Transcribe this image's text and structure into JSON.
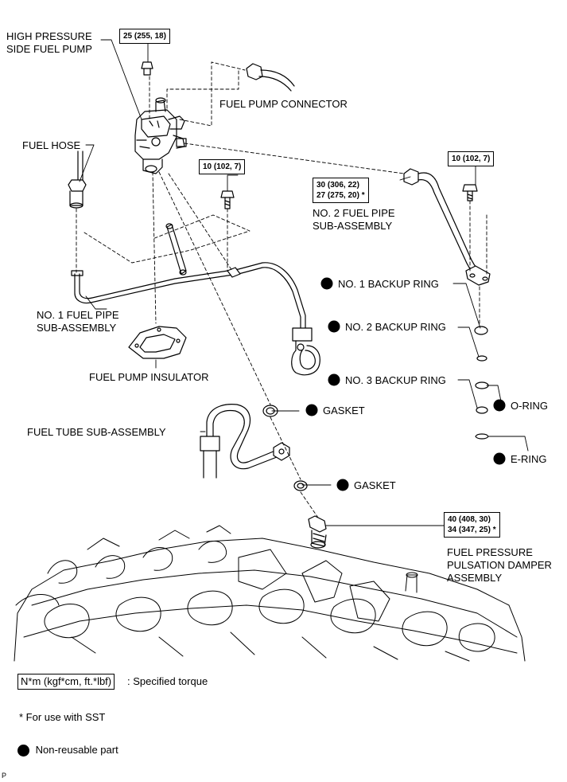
{
  "torque_boxes": {
    "hp_pump_bolt": "25 (255, 18)",
    "pipe_bolt_center": "10 (102, 7)",
    "pipe_bolt_right": "10 (102, 7)",
    "no2_pipe_nut_line1": "30 (306, 22)",
    "no2_pipe_nut_line2": "27 (275, 20) *",
    "damper_line1": "40 (408, 30)",
    "damper_line2": "34 (347, 25) *"
  },
  "labels": {
    "hp_pump_line1": "HIGH PRESSURE",
    "hp_pump_line2": "SIDE FUEL PUMP",
    "fuel_pump_connector": "FUEL PUMP CONNECTOR",
    "fuel_hose": "FUEL HOSE",
    "no2_pipe_line1": "NO. 2 FUEL PIPE",
    "no2_pipe_line2": "SUB-ASSEMBLY",
    "no1_backup_ring": "NO. 1 BACKUP RING",
    "no2_backup_ring": "NO. 2 BACKUP RING",
    "no3_backup_ring": "NO. 3 BACKUP RING",
    "no1_pipe_line1": "NO. 1 FUEL PIPE",
    "no1_pipe_line2": "SUB-ASSEMBLY",
    "fuel_pump_insulator": "FUEL PUMP INSULATOR",
    "gasket_upper": "GASKET",
    "o_ring": "O-RING",
    "fuel_tube": "FUEL TUBE SUB-ASSEMBLY",
    "e_ring": "E-RING",
    "gasket_lower": "GASKET",
    "damper_line1": "FUEL PRESSURE",
    "damper_line2": "PULSATION DAMPER",
    "damper_line3": "ASSEMBLY"
  },
  "legend": {
    "torque_unit": "N*m (kgf*cm, ft.*lbf)",
    "torque_desc": ": Specified torque",
    "sst_note": "* For use with SST",
    "nonreusable": "Non-reusable part"
  },
  "figure_code": "P"
}
